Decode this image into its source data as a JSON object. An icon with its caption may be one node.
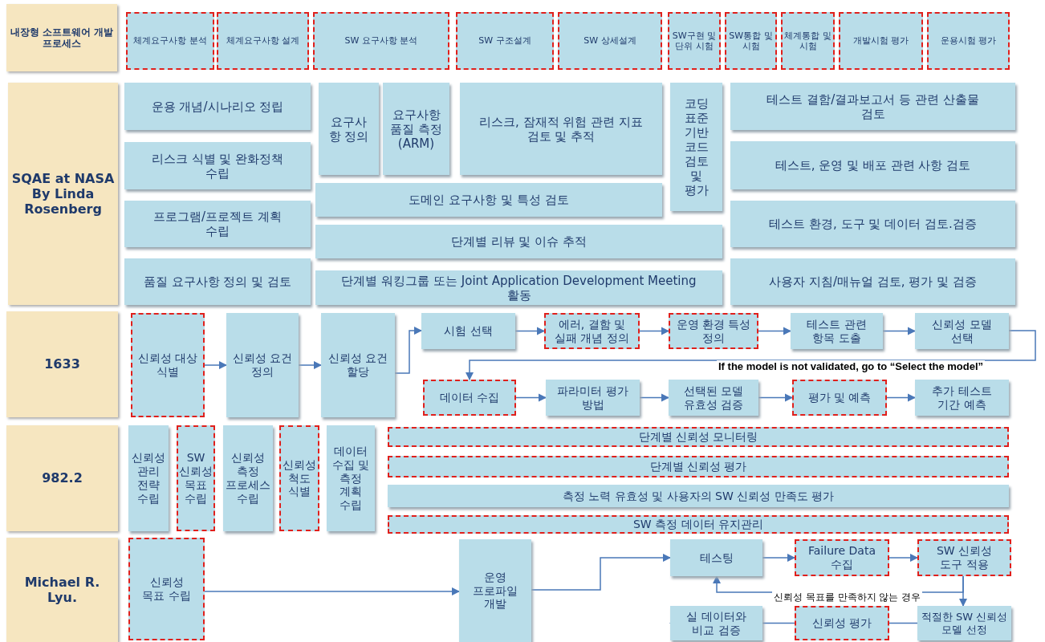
{
  "diagram": {
    "nodes": [
      {
        "text": [
          "내장형 소프트웨어 개발 프로세스"
        ]
      },
      {
        "text": [
          "체계요구사항 분석"
        ]
      },
      {
        "text": [
          "체계요구사항 설계"
        ]
      },
      {
        "text": [
          "SW 요구사항 분석"
        ]
      },
      {
        "text": [
          "SW 구조설계"
        ]
      },
      {
        "text": [
          "SW 상세설계"
        ]
      },
      {
        "text": [
          "SW구현 및 단위 시험"
        ]
      },
      {
        "text": [
          "SW통합 및 시험"
        ]
      },
      {
        "text": [
          "체계통합 및 시험"
        ]
      },
      {
        "text": [
          "개발시험 평가"
        ]
      },
      {
        "text": [
          "운용시험 평가"
        ]
      },
      {
        "text": [
          "SQAE at NASA By Linda Rosenberg"
        ]
      },
      {
        "text": [
          "운용 개념/시나리오 정립"
        ]
      },
      {
        "text": [
          "리스크 식별 및 완화정책 수립"
        ]
      },
      {
        "text": [
          "프로그램/프로젝트 계획 수립"
        ]
      },
      {
        "text": [
          "품질 요구사항 정의 및 검토"
        ]
      },
      {
        "text": [
          "요구사항 정의"
        ]
      },
      {
        "text": [
          "요구사항 품질 측정 (ARM)"
        ]
      },
      {
        "text": [
          "리스크, 잠재적 위험 관련 지표 검토 및 추적"
        ]
      },
      {
        "text": [
          "도메인 요구사항 및 특성 검토"
        ]
      },
      {
        "text": [
          "단계별 리뷰 및 이슈 추적"
        ]
      },
      {
        "text": [
          "단계별 워킹그룹 또는 Joint Application Development Meeting 활동"
        ]
      },
      {
        "text": [
          "코딩 표준 기반 코드 검토 및 평가"
        ]
      },
      {
        "text": [
          "테스트 결함/결과보고서 등 관련 산출물 검토"
        ]
      },
      {
        "text": [
          "테스트, 운영 및 배포 관련 사항 검토"
        ]
      },
      {
        "text": [
          "테스트 환경, 도구 및 데이터 검토.검증"
        ]
      },
      {
        "text": [
          "사용자 지침/매뉴얼 검토, 평가 및 검증"
        ]
      },
      {
        "text": [
          "1633"
        ]
      },
      {
        "text": [
          "신뢰성 대상 식별"
        ]
      },
      {
        "text": [
          "신뢰성 요건 정의"
        ]
      },
      {
        "text": [
          "신뢰성 요건 할당"
        ]
      },
      {
        "text": [
          "시험 선택"
        ]
      },
      {
        "text": [
          "에러, 결함 및 실패 개념 정의"
        ]
      },
      {
        "text": [
          "운영 환경 특성 정의"
        ]
      },
      {
        "text": [
          "테스트 관련 항목 도출"
        ]
      },
      {
        "text": [
          "신뢰성 모델 선택"
        ]
      },
      {
        "text": [
          "데이터 수집"
        ]
      },
      {
        "text": [
          "파라미터 평가 방법"
        ]
      },
      {
        "text": [
          "선택된 모델 유효성 검증"
        ]
      },
      {
        "text": [
          "평가 및 예측"
        ]
      },
      {
        "text": [
          "추가 테스트 기간 예측"
        ]
      },
      {
        "text": [
          "982.2"
        ]
      },
      {
        "text": [
          "신뢰성 관리 전략 수립"
        ]
      },
      {
        "text": [
          "SW 신뢰성 목표 수립"
        ]
      },
      {
        "text": [
          "신뢰성 측정 프로세스 수립"
        ]
      },
      {
        "text": [
          "신뢰성 척도 식별"
        ]
      },
      {
        "text": [
          "데이터 수집 및 측정 계획 수립"
        ]
      },
      {
        "text": [
          "단계별 신뢰성 모니터링"
        ]
      },
      {
        "text": [
          "단계별 신뢰성 평가"
        ]
      },
      {
        "text": [
          "측정 노력 유효성 및 사용자의 SW 신뢰성 만족도 평가"
        ]
      },
      {
        "text": [
          "SW 측정 데이터 유지관리"
        ]
      },
      {
        "text": [
          "Michael R. Lyu."
        ]
      },
      {
        "text": [
          "신뢰성 목표 수립"
        ]
      },
      {
        "text": [
          "운영 프로파일 개발"
        ]
      },
      {
        "text": [
          "테스팅"
        ]
      },
      {
        "text": [
          "Failure Data 수집"
        ]
      },
      {
        "text": [
          "SW 신뢰성 도구 적용"
        ]
      },
      {
        "text": [
          "적절한 SW 신뢰성 모델 선정"
        ]
      },
      {
        "text": [
          "신뢰성 평가"
        ]
      },
      {
        "text": [
          "실 데이터와 비교 검증"
        ]
      }
    ],
    "edges": [
      {
        "from": 28,
        "to": 29,
        "arrow": "to"
      },
      {
        "from": 29,
        "to": 30,
        "arrow": "to"
      },
      {
        "from": 30,
        "to": 31,
        "arrow": "to"
      },
      {
        "from": 31,
        "to": 32,
        "arrow": "to"
      },
      {
        "from": 32,
        "to": 33,
        "arrow": "to"
      },
      {
        "from": 33,
        "to": 34,
        "arrow": "to"
      },
      {
        "from": 34,
        "to": 35,
        "arrow": "to"
      },
      {
        "from": 35,
        "to": 36,
        "arrow": "to",
        "label": "If the model is not validated, go to “Select the model”"
      },
      {
        "from": 36,
        "to": 37,
        "arrow": "to"
      },
      {
        "from": 37,
        "to": 38,
        "arrow": "to"
      },
      {
        "from": 38,
        "to": 39,
        "arrow": "to"
      },
      {
        "from": 39,
        "to": 40,
        "arrow": "to"
      },
      {
        "from": 52,
        "to": 53,
        "arrow": "to"
      },
      {
        "from": 53,
        "to": 54,
        "arrow": "to"
      },
      {
        "from": 54,
        "to": 55,
        "arrow": "to"
      },
      {
        "from": 55,
        "to": 56,
        "arrow": "to"
      },
      {
        "from": 56,
        "to": 57,
        "arrow": "to"
      },
      {
        "from": 57,
        "to": 58,
        "arrow": "to"
      },
      {
        "from": 58,
        "to": 59,
        "arrow": "to"
      },
      {
        "from": 56,
        "to": 54,
        "arrow": "to",
        "label": "신뢰성 목표를 만족하지 않는 경우"
      }
    ]
  }
}
